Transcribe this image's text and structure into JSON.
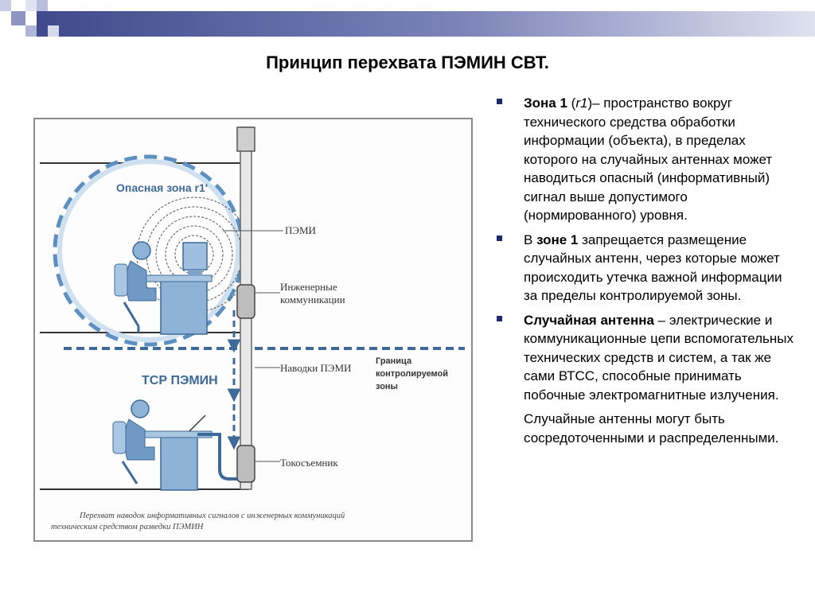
{
  "title": "Принцип перехвата ПЭМИН СВТ.",
  "figure": {
    "danger_zone_label": "Опасная зона r1'",
    "tsr_label": "ТСР ПЭМИН",
    "pemi_label": "ПЭМИ",
    "engineering_line1": "Инженерные",
    "engineering_line2": "коммуникации",
    "leakage_label": "Наводки ПЭМИ",
    "collector_label": "Токосъемник",
    "border_line1": "Граница",
    "border_line2": "контролируемой",
    "border_line3": "зоны",
    "caption_line1": "Перехват наводок информативных сигналов с инженерных коммуникаций",
    "caption_line2": "техническим средством разведки ПЭМИН"
  },
  "bullets": {
    "b1_bold": "Зона 1",
    "b1_paren_open": " (",
    "b1_italic": "r1",
    "b1_rest": ")– пространство вокруг технического средства обработки информации (объекта), в пределах которого на случайных антеннах может наводиться опасный (информативный) сигнал выше допустимого (нормированного) уровня.",
    "b2_pre": "В ",
    "b2_bold": "зоне 1",
    "b2_rest": " запрещается размещение случайных антенн, через которые может происходить утечка важной информации за пределы контролируемой зоны.",
    "b3_bold": "Случайная антенна",
    "b3_rest": " – электрические и коммуникационные цепи вспомогательных технических средств и систем, а так же сами ВТСС, способные принимать побочные электромагнитные излучения.",
    "extra": "Случайные антенны могут быть сосредоточенными и распределенными."
  },
  "colors": {
    "accent": "#1f2a6e",
    "diagram_blue": "#3d6a98",
    "light_blue": "#8fb3d6"
  }
}
